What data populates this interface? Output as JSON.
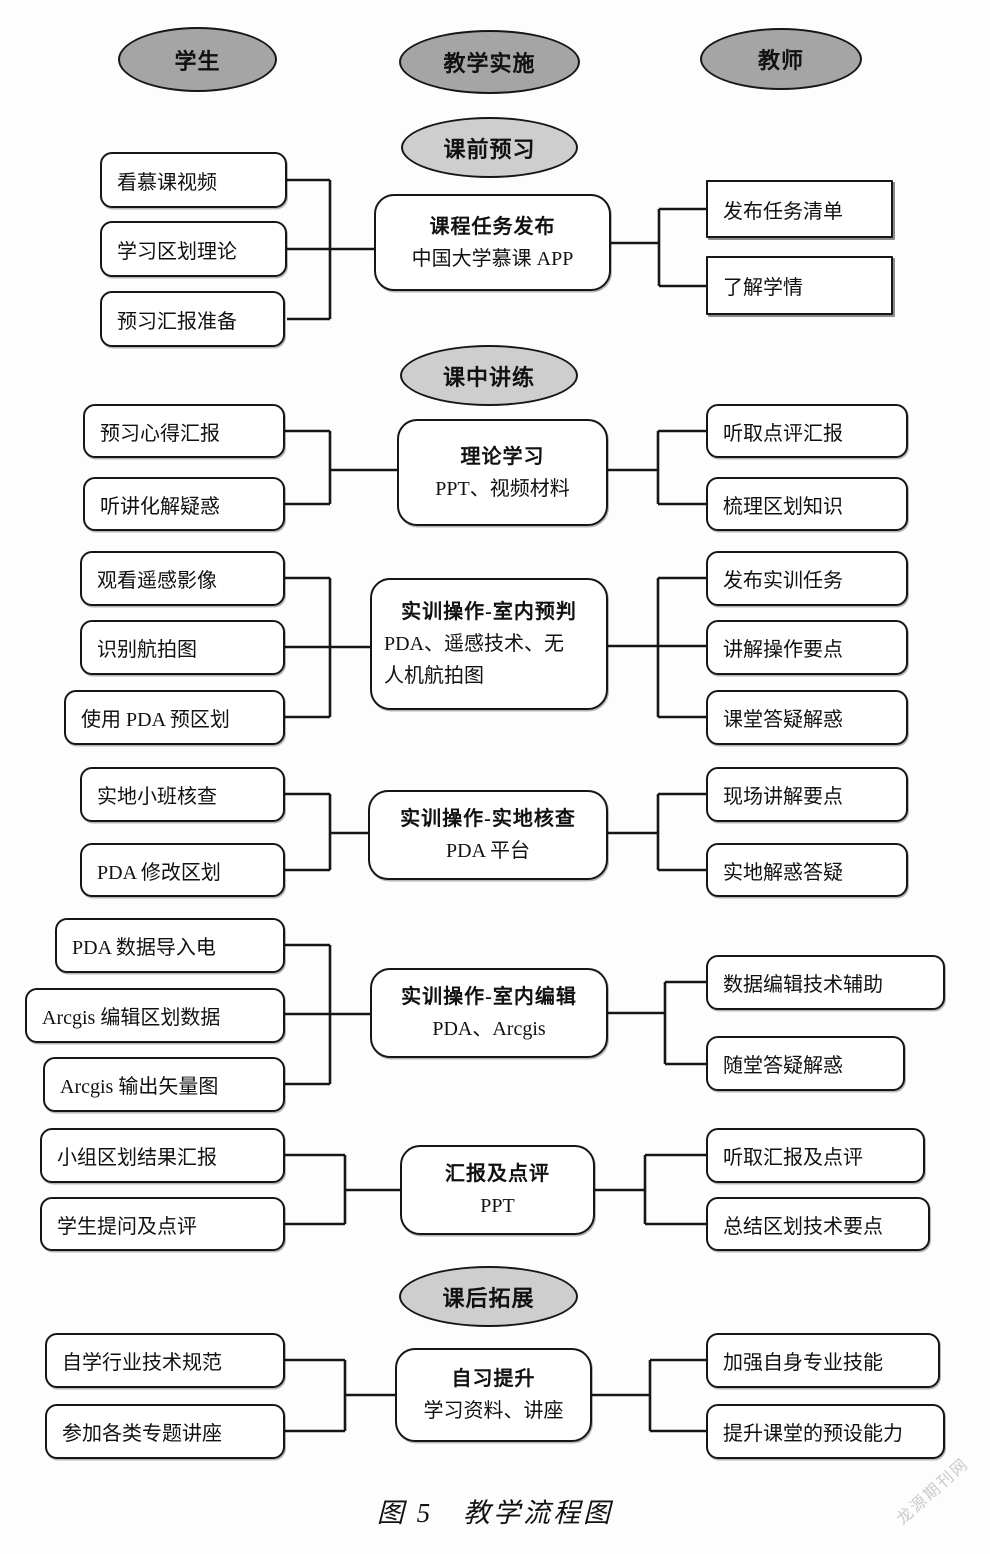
{
  "columns": {
    "students": "学生",
    "implementation": "教学实施",
    "teachers": "教师"
  },
  "phases": {
    "pre_class": "课前预习",
    "in_class": "课中讲练",
    "post_class": "课后拓展"
  },
  "colors": {
    "header_ellipse_fill": "#a5a5a5",
    "phase_ellipse_fill": "#cecece",
    "box_fill": "#ffffff",
    "line": "#161616",
    "background": "#fdfdfd"
  },
  "sections": [
    {
      "left": [
        "看慕课视频",
        "学习区划理论",
        "预习汇报准备"
      ],
      "middle": {
        "title": "课程任务发布",
        "subtitle": "中国大学慕课 APP"
      },
      "right": [
        "发布任务清单",
        "了解学情"
      ]
    },
    {
      "left": [
        "预习心得汇报",
        "听讲化解疑惑"
      ],
      "middle": {
        "title": "理论学习",
        "subtitle": "PPT、视频材料"
      },
      "right": [
        "听取点评汇报",
        "梳理区划知识"
      ]
    },
    {
      "left": [
        "观看遥感影像",
        "识别航拍图",
        "使用 PDA 预区划"
      ],
      "middle": {
        "title": "实训操作-室内预判",
        "subtitle_lines": [
          "PDA、遥感技术、无",
          "人机航拍图"
        ]
      },
      "right": [
        "发布实训任务",
        "讲解操作要点",
        "课堂答疑解惑"
      ]
    },
    {
      "left": [
        "实地小班核查",
        "PDA 修改区划"
      ],
      "middle": {
        "title": "实训操作-实地核查",
        "subtitle": "PDA 平台"
      },
      "right": [
        "现场讲解要点",
        "实地解惑答疑"
      ]
    },
    {
      "left": [
        "PDA  数据导入电",
        "Arcgis 编辑区划数据",
        "Arcgis 输出矢量图"
      ],
      "middle": {
        "title": "实训操作-室内编辑",
        "subtitle": "PDA、Arcgis"
      },
      "right": [
        "数据编辑技术辅助",
        "随堂答疑解惑"
      ]
    },
    {
      "left": [
        "小组区划结果汇报",
        "学生提问及点评"
      ],
      "middle": {
        "title": "汇报及点评",
        "subtitle": "PPT"
      },
      "right": [
        "听取汇报及点评",
        "总结区划技术要点"
      ]
    },
    {
      "left": [
        "自学行业技术规范",
        "参加各类专题讲座"
      ],
      "middle": {
        "title": "自习提升",
        "subtitle": "学习资料、讲座"
      },
      "right": [
        "加强自身专业技能",
        "提升课堂的预设能力"
      ]
    }
  ],
  "figure": {
    "caption": "图 5　教学流程图",
    "watermark": "龙源期刊网"
  }
}
